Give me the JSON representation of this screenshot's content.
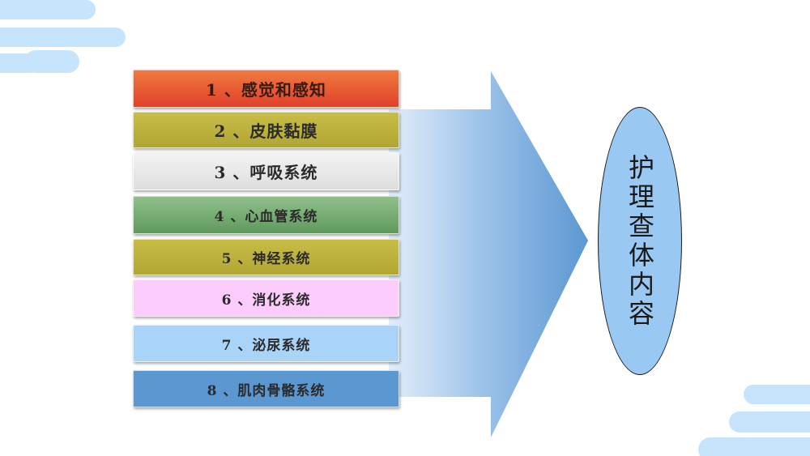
{
  "items": [
    {
      "label": "1 、感觉和感知"
    },
    {
      "label": "2 、皮肤黏膜"
    },
    {
      "label": "3 、呼吸系统"
    },
    {
      "label": "4 、心血管系统"
    },
    {
      "label": "5 、神经系统"
    },
    {
      "label": "6 、消化系统"
    },
    {
      "label": "7 、泌尿系统"
    },
    {
      "label": "8 、肌肉骨骼系统"
    }
  ],
  "target": {
    "label": "护理查体内容"
  },
  "colors": {
    "item_1": "#e0402a",
    "item_2": "#b0a632",
    "item_3": "#dedede",
    "item_4": "#5f995c",
    "item_5": "#b0a632",
    "item_6": "#fccdfc",
    "item_7": "#a9d3f7",
    "item_8": "#5b98d2",
    "arrow": "#5b98d2",
    "ellipse": "#99c9f3",
    "clouds": "#c6e4fb"
  }
}
